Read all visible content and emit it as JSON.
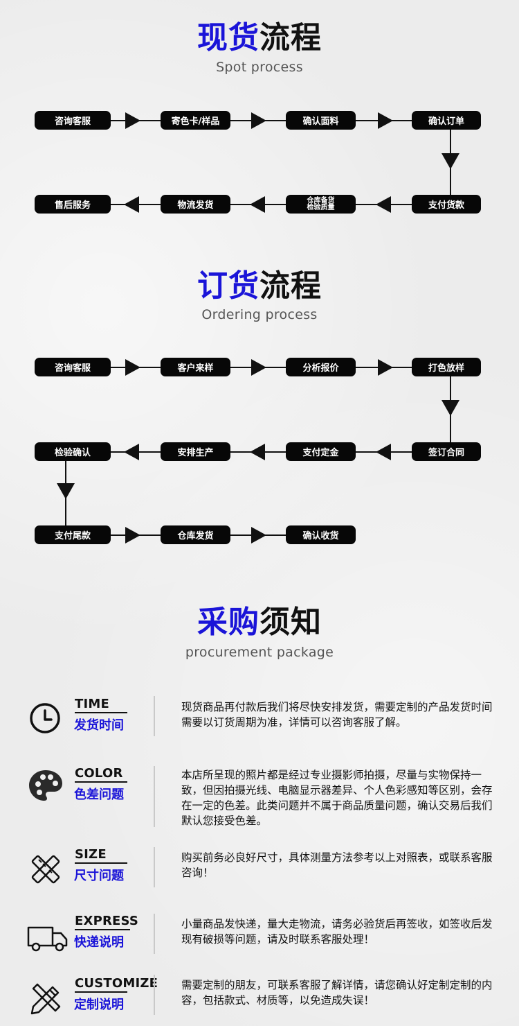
{
  "spot": {
    "title_blue": "现货",
    "title_black": "流程",
    "subtitle": "Spot process",
    "steps": [
      "咨询客服",
      "寄色卡/样品",
      "确认面料",
      "确认订单",
      "支付货款",
      "仓库备货\n检验质量",
      "物流发货",
      "售后服务"
    ]
  },
  "order": {
    "title_blue": "订货",
    "title_black": "流程",
    "subtitle": "Ordering process",
    "steps": [
      "咨询客服",
      "客户来样",
      "分析报价",
      "打色放样",
      "签订合同",
      "支付定金",
      "安排生产",
      "检验确认",
      "支付尾款",
      "仓库发货",
      "确认收货"
    ]
  },
  "purchase": {
    "title_blue": "采购",
    "title_black": "须知",
    "subtitle": "procurement package",
    "notes": [
      {
        "en": "TIME",
        "cn": "发货时间",
        "icon": "clock-icon",
        "text": "现货商品再付款后我们将尽快安排发货，需要定制的产品发货时间需要以订货周期为准，详情可以咨询客服了解。"
      },
      {
        "en": "COLOR",
        "cn": "色差问题",
        "icon": "palette-icon",
        "text": "本店所呈现的照片都是经过专业摄影师拍摄，尽量与实物保持一致，但因拍摄光线、电脑显示器差异、个人色彩感知等区别，会存在一定的色差。此类问题并不属于商品质量问题，确认交易后我们默认您接受色差。"
      },
      {
        "en": "SIZE",
        "cn": "尺寸问题",
        "icon": "ruler-pencil-icon",
        "text": "购买前务必良好尺寸，具体测量方法参考以上对照表，或联系客服咨询！"
      },
      {
        "en": "EXPRESS",
        "cn": "快递说明",
        "icon": "truck-icon",
        "text": "小量商品发快递，量大走物流，请务必验货后再签收，如签收后发现有破损等问题，请及时联系客服处理！"
      },
      {
        "en": "CUSTOMIZE",
        "cn": "定制说明",
        "icon": "pencil-ruler-icon",
        "text": "需要定制的朋友，可联系客服了解详情，请您确认好定制定制的内容，包括款式、材质等，以免造成失误！"
      }
    ]
  }
}
